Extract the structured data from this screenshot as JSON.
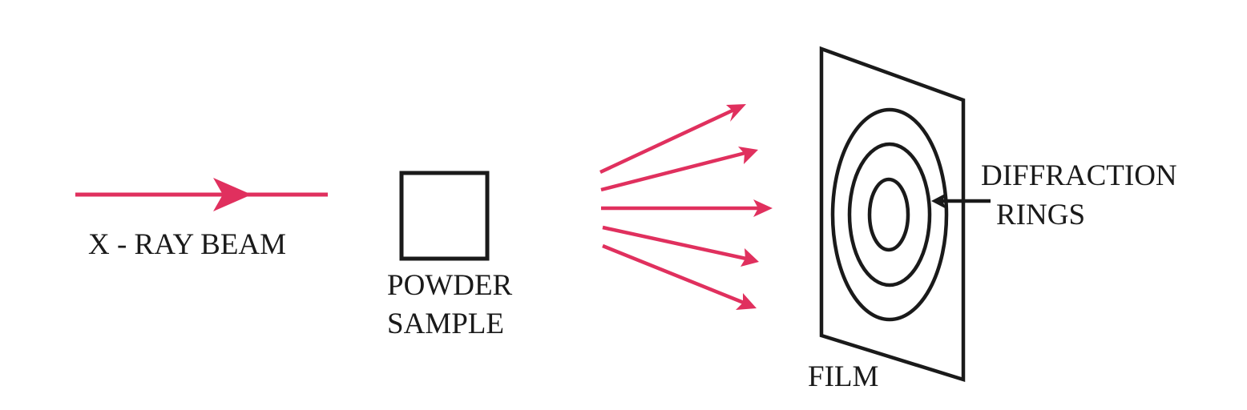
{
  "labels": {
    "beam": "X - RAY BEAM",
    "sample_line1": "POWDER",
    "sample_line2": "SAMPLE",
    "rings_line1": "DIFFRACTION",
    "rings_line2": "RINGS",
    "film": "FILM"
  },
  "colors": {
    "ray": "#e0305e",
    "outline": "#1a1a1a",
    "background": "#ffffff"
  }
}
